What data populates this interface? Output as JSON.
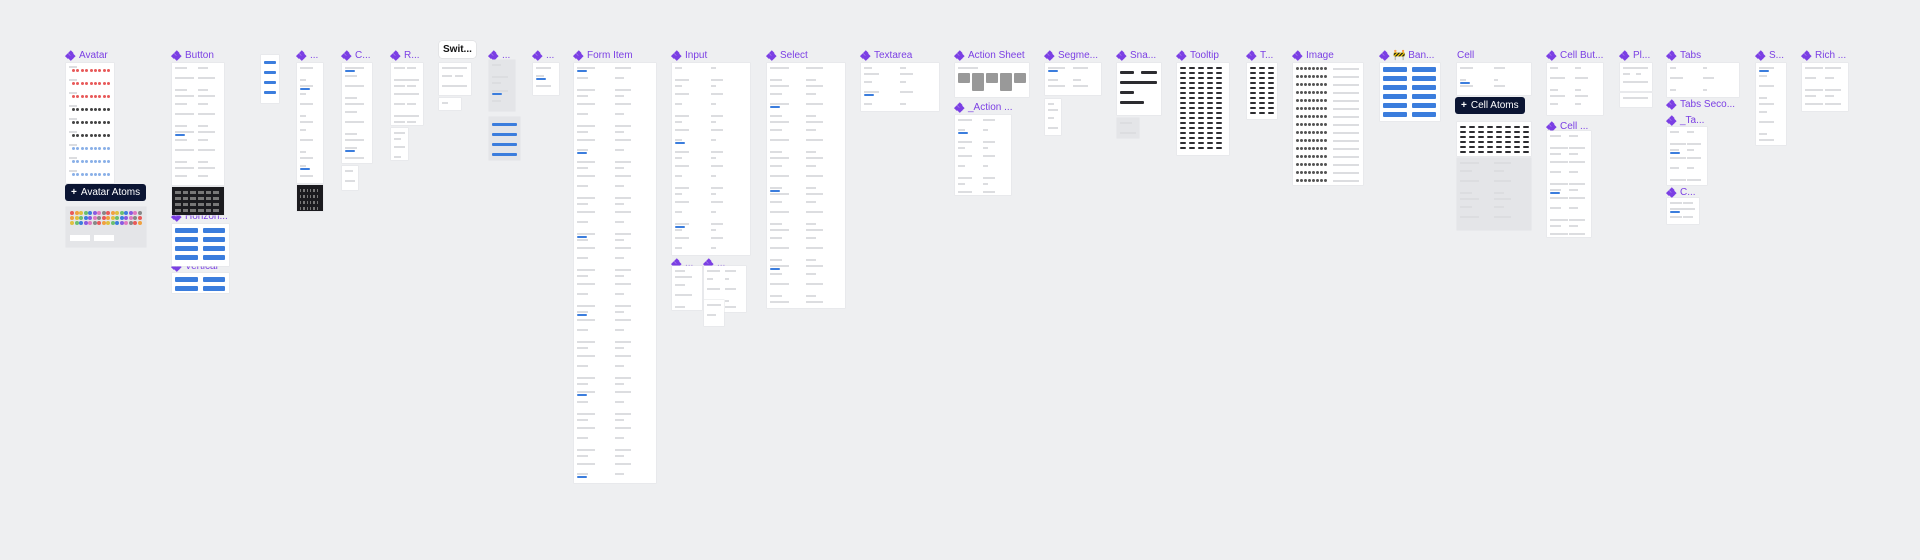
{
  "canvas": {
    "background": "#eeeff1",
    "accent": "#7b3fe4"
  },
  "frames": [
    {
      "id": "avatar",
      "label": "Avatar"
    },
    {
      "id": "button",
      "label": "Button"
    },
    {
      "id": "dots1",
      "label": "..."
    },
    {
      "id": "c1",
      "label": "C..."
    },
    {
      "id": "r1",
      "label": "R..."
    },
    {
      "id": "dots2",
      "label": "..."
    },
    {
      "id": "dots3",
      "label": "..."
    },
    {
      "id": "formitem",
      "label": "Form Item"
    },
    {
      "id": "input",
      "label": "Input"
    },
    {
      "id": "select",
      "label": "Select"
    },
    {
      "id": "textarea",
      "label": "Textarea"
    },
    {
      "id": "actionsheet",
      "label": "Action Sheet"
    },
    {
      "id": "actionsub",
      "label": "_Action ..."
    },
    {
      "id": "segme",
      "label": "Segme..."
    },
    {
      "id": "sna",
      "label": "Sna..."
    },
    {
      "id": "tooltip",
      "label": "Tooltip"
    },
    {
      "id": "t1",
      "label": "T..."
    },
    {
      "id": "image",
      "label": "Image"
    },
    {
      "id": "ban",
      "label": "🚧 Ban..."
    },
    {
      "id": "cell",
      "label": "Cell"
    },
    {
      "id": "cellbut",
      "label": "Cell But..."
    },
    {
      "id": "cellsub",
      "label": "Cell ..."
    },
    {
      "id": "pl",
      "label": "Pl..."
    },
    {
      "id": "tabs",
      "label": "Tabs"
    },
    {
      "id": "tabssec",
      "label": "Tabs Seco..."
    },
    {
      "id": "ta",
      "label": "_Ta..."
    },
    {
      "id": "c2",
      "label": "C..."
    },
    {
      "id": "s1",
      "label": "S..."
    },
    {
      "id": "rich",
      "label": "Rich ..."
    },
    {
      "id": "horizon",
      "label": "Horizon..."
    },
    {
      "id": "vertical",
      "label": "Vertical"
    },
    {
      "id": "in1",
      "label": "..."
    },
    {
      "id": "in2",
      "label": "..."
    }
  ],
  "badges": {
    "avatar_atoms": "Avatar Atoms",
    "cell_atoms": "Cell Atoms",
    "switch": "Swit..."
  },
  "icons": {
    "component": "component-icon",
    "plus": "+"
  }
}
